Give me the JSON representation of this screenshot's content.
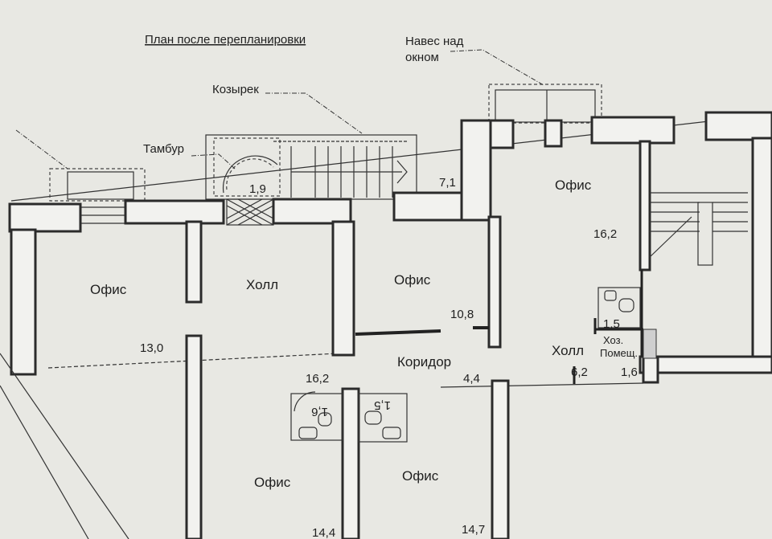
{
  "title": "План после перепланировки",
  "callouts": {
    "canopy": "Навес над",
    "canopy2": "окном",
    "visor": "Козырек",
    "vestibule": "Тамбур"
  },
  "rooms": {
    "office_left": "Офис",
    "hall_left": "Холл",
    "office_center": "Офис",
    "office_right": "Офис",
    "corridor": "Коридор",
    "hall_right": "Холл",
    "storage_1": "Хоз.",
    "storage_2": "Помещ.",
    "office_bottom_left": "Офис",
    "office_bottom_center": "Офис"
  },
  "areas": {
    "vestibule": "1,9",
    "stair_area": "7,1",
    "office_right": "16,2",
    "office_center": "10,8",
    "office_left": "13,0",
    "wc_right": "1,5",
    "corridor_top": "16,2",
    "corridor_mid": "4,4",
    "hall_right": "6,2",
    "storage": "1,6",
    "wc_left": "1,6",
    "wc_center": "1,5",
    "office_bottom_left": "14,4",
    "office_bottom_center": "14,7"
  }
}
